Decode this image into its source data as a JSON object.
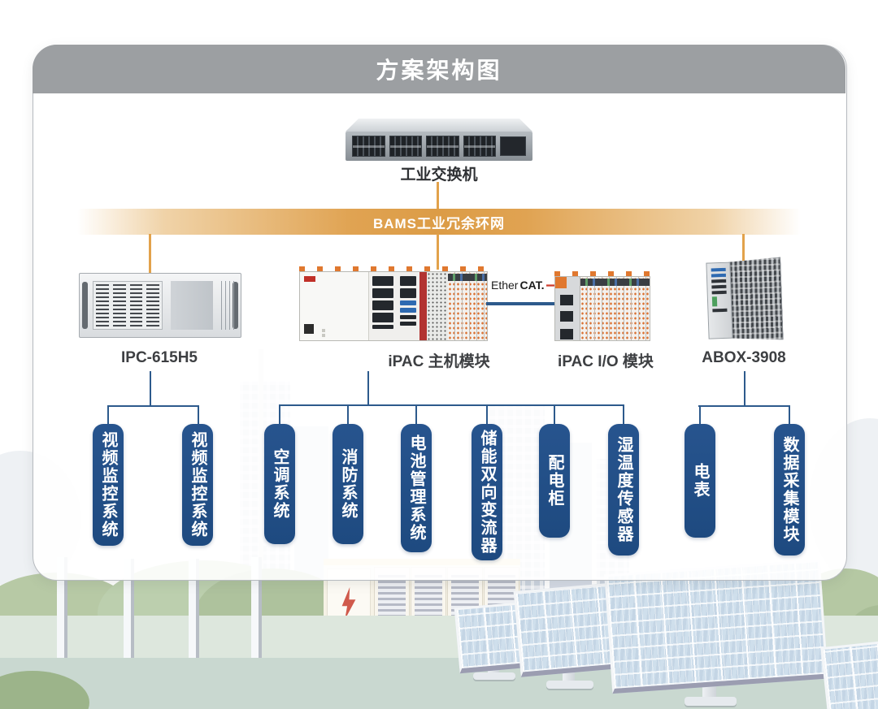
{
  "title": "方案架构图",
  "network": {
    "switch_label": "工业交换机",
    "ring_label": "BAMS工业冗余环网",
    "ethercat_light": "Ether",
    "ethercat_bold": "CAT."
  },
  "devices": {
    "ipc": {
      "label": "IPC-615H5"
    },
    "ipac_host": {
      "label": "iPAC 主机模块"
    },
    "ipac_io": {
      "label": "iPAC I/O 模块"
    },
    "abox": {
      "label": "ABOX-3908"
    }
  },
  "pills": [
    {
      "label": "视频监控系统",
      "parent": "IPC-615H5"
    },
    {
      "label": "视频监控系统",
      "parent": "IPC-615H5"
    },
    {
      "label": "空调系统",
      "parent": "iPAC 主机模块"
    },
    {
      "label": "消防系统",
      "parent": "iPAC 主机模块"
    },
    {
      "label": "电池管理系统",
      "parent": "iPAC 主机模块"
    },
    {
      "label": "储能双向变流器",
      "parent": "iPAC 主机模块"
    },
    {
      "label": "配电柜",
      "parent": "iPAC 主机模块"
    },
    {
      "label": "湿温度传感器",
      "parent": "iPAC 主机模块"
    },
    {
      "label": "电表",
      "parent": "ABOX-3908"
    },
    {
      "label": "数据采集模块",
      "parent": "ABOX-3908"
    }
  ],
  "colors": {
    "accent_orange": "#E2A24B",
    "line_blue": "#2D5A8C",
    "pill_blue": "#214E87",
    "header_gray": "#9C9FA2",
    "ethercat_red": "#CE3B2C"
  }
}
